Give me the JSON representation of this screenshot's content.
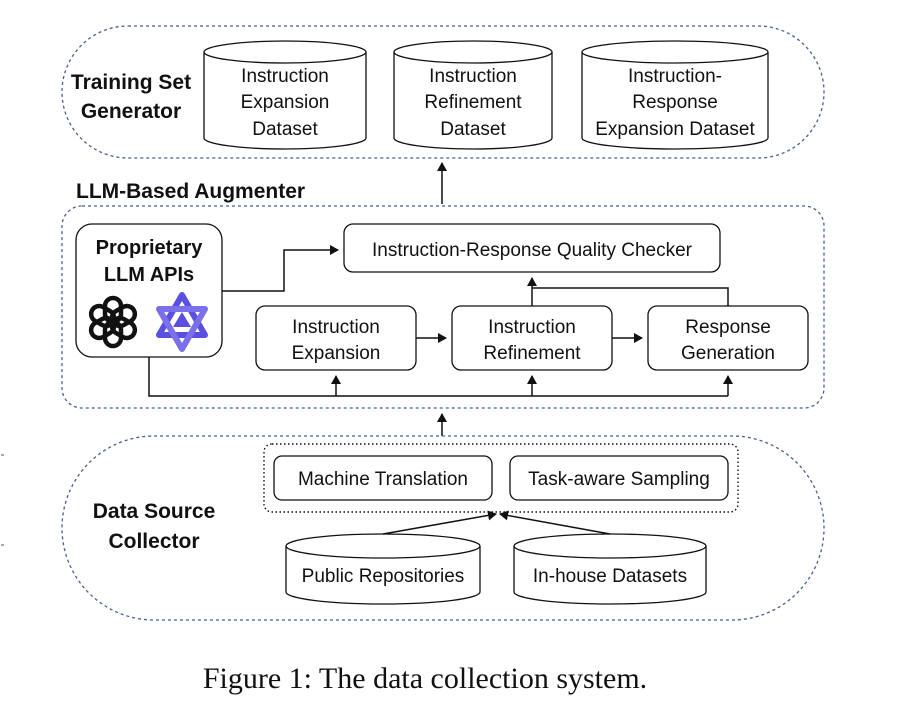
{
  "training_set_generator": {
    "title_line1": "Training Set",
    "title_line2": "Generator",
    "datasets": [
      {
        "lines": [
          "Instruction",
          "Expansion",
          "Dataset"
        ]
      },
      {
        "lines": [
          "Instruction",
          "Refinement",
          "Dataset"
        ]
      },
      {
        "lines": [
          "Instruction-",
          "Response",
          "Expansion Dataset"
        ]
      }
    ]
  },
  "augmenter": {
    "title": "LLM-Based Augmenter",
    "llm_line1": "Proprietary",
    "llm_line2": "LLM APIs",
    "quality_checker": "Instruction-Response Quality Checker",
    "steps": [
      {
        "line1": "Instruction",
        "line2": "Expansion"
      },
      {
        "line1": "Instruction",
        "line2": "Refinement"
      },
      {
        "line1": "Response",
        "line2": "Generation"
      }
    ],
    "icons": [
      "openai-logo-icon",
      "qwen-logo-icon"
    ]
  },
  "collector": {
    "title_line1": "Data Source",
    "title_line2": "Collector",
    "process_boxes": [
      "Machine Translation",
      "Task-aware Sampling"
    ],
    "sources": [
      "Public Repositories",
      "In-house Datasets"
    ]
  },
  "caption": "Figure 1: The data collection system.",
  "colors": {
    "dashed_border": "#4a5f8a",
    "stroke": "#111111",
    "qwen_purple": "#5b4fe0"
  }
}
